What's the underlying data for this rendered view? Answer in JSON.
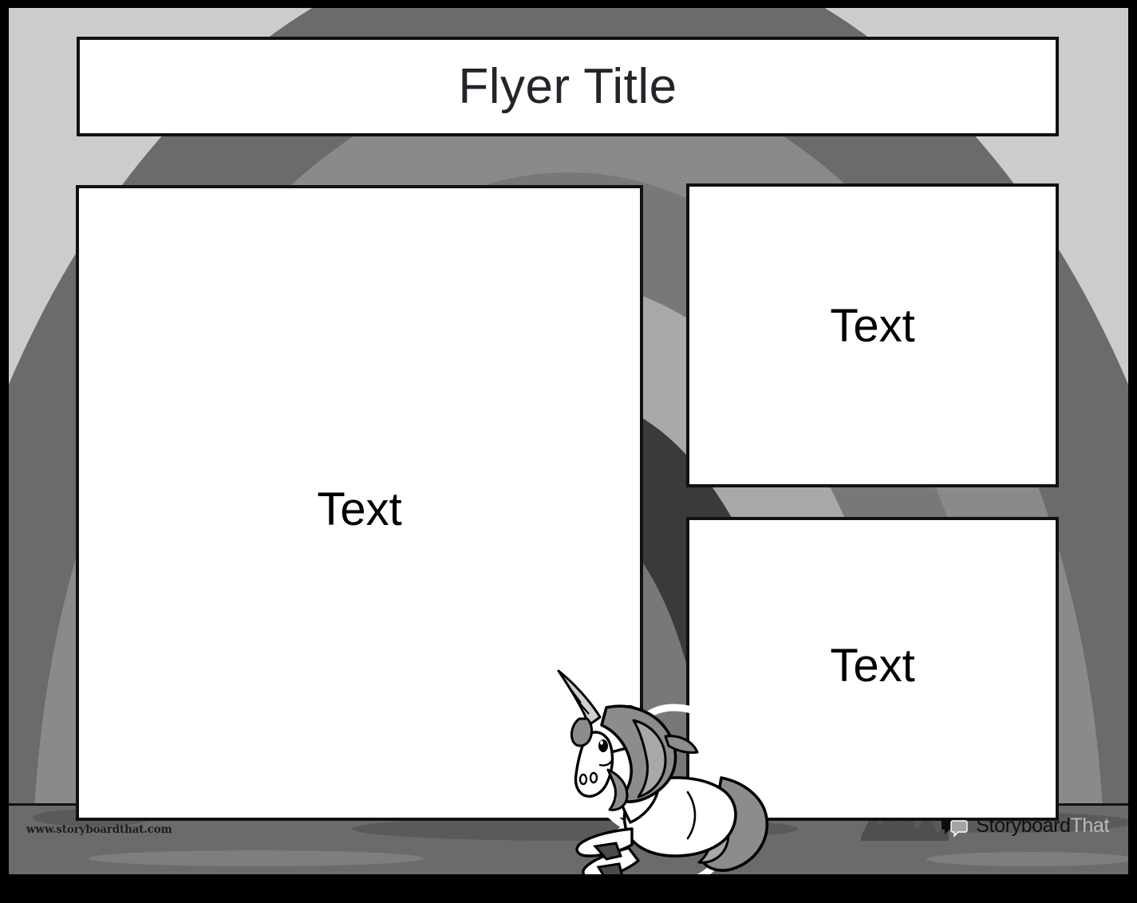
{
  "poster": {
    "title": "Flyer Title",
    "frame_color": "#000000",
    "sky_color": "#cccccc",
    "ground_color": "#6b6b6b"
  },
  "boxes": {
    "title_label": "Flyer Title",
    "main_text": "Text",
    "top_right_text": "Text",
    "bottom_right_text": "Text",
    "box_background": "#ffffff",
    "box_border": "#111111"
  },
  "background": {
    "arch_colors": [
      "#6b6b6b",
      "#8a8a8a",
      "#787878",
      "#a8a8a8",
      "#3a3a3a"
    ]
  },
  "illustration": {
    "name": "unicorn",
    "body_color": "#ffffff",
    "mane_color": "#8c8c8c",
    "hoof_color": "#4a4a4a",
    "outline_color": "#000000"
  },
  "footer": {
    "site_url": "www.storyboardthat.com",
    "logo_primary": "Storyboard",
    "logo_secondary": "That",
    "logo_primary_color": "#101010",
    "logo_secondary_color": "#b9b9b9"
  }
}
